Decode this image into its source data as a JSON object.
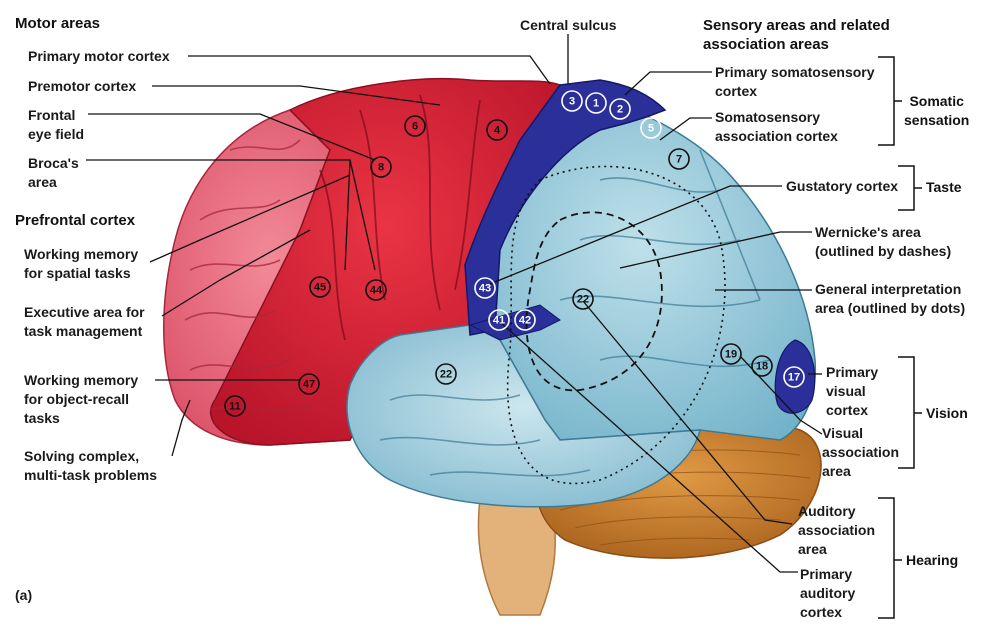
{
  "headers": {
    "motor": "Motor areas",
    "prefrontal": "Prefrontal cortex",
    "sensory": "Sensory areas and related\nassociation areas",
    "central_sulcus": "Central sulcus",
    "panel": "(a)"
  },
  "left_labels": {
    "primary_motor": "Primary motor cortex",
    "premotor": "Premotor cortex",
    "frontal_eye": "Frontal\neye field",
    "brocas": "Broca's\narea",
    "working_spatial": "Working memory\nfor spatial tasks",
    "executive": "Executive area for\ntask management",
    "working_object": "Working memory\nfor  object-recall\ntasks",
    "solving": "Solving complex,\nmulti-task problems"
  },
  "right_labels": {
    "primary_somato": "Primary somatosensory\ncortex",
    "somato_assoc": "Somatosensory\nassociation cortex",
    "gustatory": "Gustatory cortex",
    "wernicke": "Wernicke's area\n(outlined by dashes)",
    "general_interp": "General interpretation\narea (outlined by dots)",
    "primary_visual": "Primary\nvisual\ncortex",
    "visual_assoc": "Visual\nassociation\narea",
    "auditory_assoc": "Auditory\nassociation\narea",
    "primary_auditory": "Primary\nauditory\ncortex"
  },
  "groups": {
    "somatic": "Somatic\nsensation",
    "taste": "Taste",
    "vision": "Vision",
    "hearing": "Hearing"
  },
  "areas": {
    "a6": "6",
    "a4": "4",
    "a8": "8",
    "a45": "45",
    "a44": "44",
    "a47": "47",
    "a11": "11",
    "a3": "3",
    "a1": "1",
    "a2": "2",
    "a5": "5",
    "a7": "7",
    "a43": "43",
    "a41": "41",
    "a42": "42",
    "a22a": "22",
    "a22b": "22",
    "a19": "19",
    "a18": "18",
    "a17": "17"
  },
  "colors": {
    "motor_red": "#d9233a",
    "prefrontal_pink": "#ea6a7e",
    "somatosensory_blue": "#2a2f9a",
    "association_lightblue": "#8fc7d8",
    "cerebellum_orange": "#c97a28",
    "brainstem": "#e3b27a"
  }
}
